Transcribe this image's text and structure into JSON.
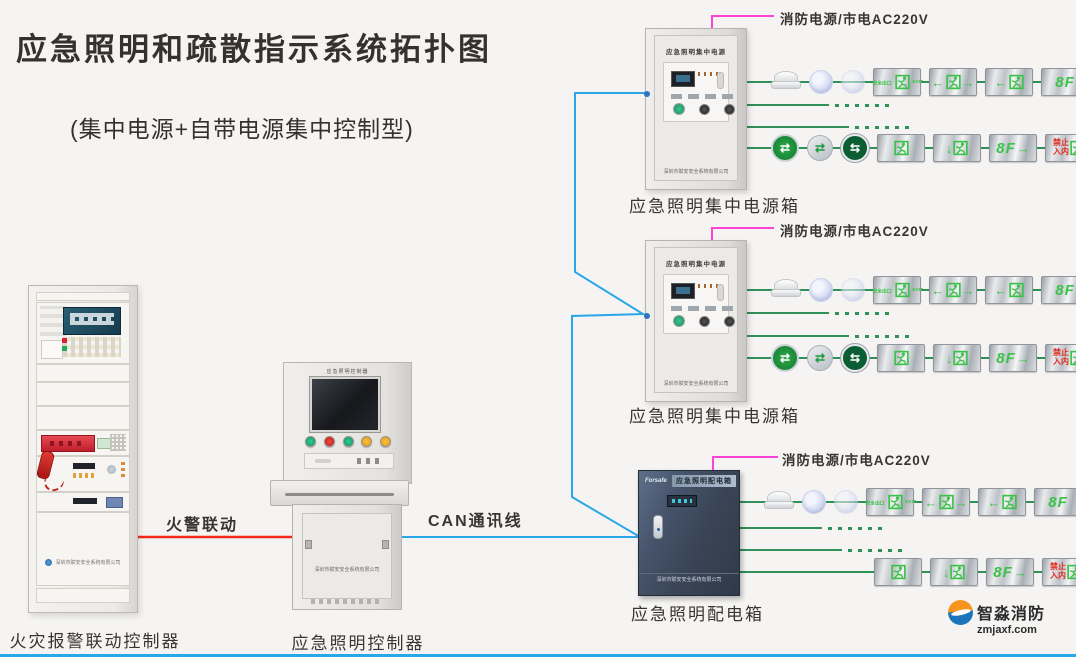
{
  "title": "应急照明和疏散指示系统拓扑图",
  "subtitle": "(集中电源+自带电源集中控制型)",
  "labels": {
    "fire_linkage": "火警联动",
    "can_bus": "CAN通讯线",
    "power_supply": "消防电源/市电AC220V"
  },
  "devices": {
    "fire_alarm_controller": {
      "caption": "火灾报警联动控制器",
      "company": "深圳市赋安安全系统有限公司"
    },
    "lighting_controller": {
      "caption": "应急照明控制器",
      "panel_title": "应急照明控制器",
      "company": "深圳市赋安安全系统有限公司"
    },
    "power_box_1": {
      "caption": "应急照明集中电源箱",
      "panel_title": "应急照明集中电源",
      "company": "深圳市赋安安全系统有限公司"
    },
    "power_box_2": {
      "caption": "应急照明集中电源箱",
      "panel_title": "应急照明集中电源",
      "company": "深圳市赋安安全系统有限公司"
    },
    "distribution_box": {
      "caption": "应急照明配电箱",
      "panel_title": "应急照明配电箱",
      "brand": "Forsafe",
      "company": "深圳市赋安安全系统有限公司"
    }
  },
  "sign_labels": {
    "exit_cn": "安全出口",
    "exit_en": "EXIT",
    "floor": "8F",
    "forbid_line1": "禁止",
    "forbid_line2": "入内"
  },
  "icons": {
    "arrow_left": "←",
    "arrow_right": "→",
    "arrow_down": "↓",
    "arrows_swap": "⇄",
    "arrows_swap_rev": "⇆",
    "running_man": "running-man-in-doorframe",
    "ceiling_lamp": "dome-emergency-lamp",
    "downlight": "round-emergency-downlight",
    "floor_indicator": "circular-floor-evacuation-light"
  },
  "colors": {
    "can_line": "#2aa7e8",
    "fire_linkage_line": "#f5281e",
    "power_line": "#ff42d6",
    "circuit_line": "#2e9158",
    "sign_glyph": "#3cc24a",
    "forbid_text": "#e02a1e",
    "background": "#f5f4f2"
  },
  "circuits": {
    "power_box_1": [
      {
        "type": "devices",
        "devices": [
          "dome_lamp",
          "downlight",
          "downlight_pale",
          "sign_exit_full",
          "sign_left_right",
          "sign_left",
          "sign_8f"
        ]
      },
      {
        "type": "dotted"
      },
      {
        "type": "dotted"
      },
      {
        "type": "devices",
        "devices": [
          "floor_circle_green",
          "floor_circle_silver",
          "floor_circle_dark",
          "sign_man",
          "sign_down",
          "sign_8f_right",
          "sign_forbid"
        ]
      }
    ],
    "power_box_2": [
      {
        "type": "devices",
        "devices": [
          "dome_lamp",
          "downlight",
          "downlight_pale",
          "sign_exit_full",
          "sign_left_right",
          "sign_left",
          "sign_8f"
        ]
      },
      {
        "type": "dotted"
      },
      {
        "type": "dotted"
      },
      {
        "type": "devices",
        "devices": [
          "floor_circle_green",
          "floor_circle_silver",
          "floor_circle_dark",
          "sign_man",
          "sign_down",
          "sign_8f_right",
          "sign_forbid"
        ]
      }
    ],
    "distribution_box": [
      {
        "type": "devices",
        "devices": [
          "dome_lamp",
          "downlight",
          "downlight_pale",
          "sign_exit_full",
          "sign_left_right",
          "sign_left",
          "sign_8f"
        ]
      },
      {
        "type": "dotted"
      },
      {
        "type": "dotted"
      },
      {
        "type": "devices",
        "devices": [
          "sign_man",
          "sign_down",
          "sign_8f_right",
          "sign_forbid"
        ]
      }
    ]
  },
  "watermark": {
    "name": "智淼消防",
    "site": "zmjaxf.com"
  }
}
